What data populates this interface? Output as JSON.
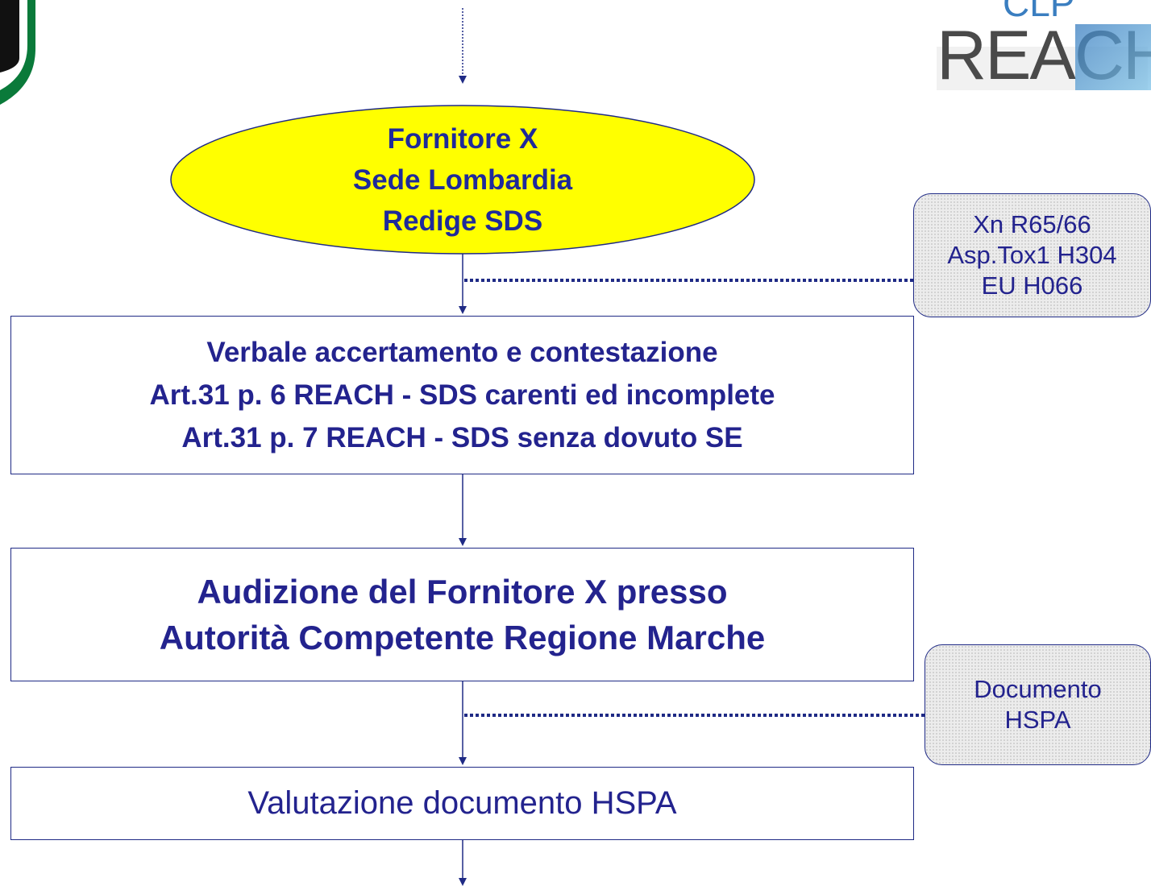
{
  "ellipse": {
    "lines": [
      "Fornitore X",
      "Sede Lombardia",
      "Redige SDS"
    ],
    "fill": "#ffff00"
  },
  "boxes": {
    "verbale": {
      "lines": [
        "Verbale accertamento e contestazione",
        "Art.31 p. 6 REACH - SDS carenti ed incomplete",
        "Art.31 p. 7 REACH - SDS senza dovuto SE"
      ]
    },
    "audizione": {
      "lines": [
        "Audizione del Fornitore X presso",
        "Autorità Competente Regione Marche"
      ]
    },
    "valutazione": {
      "lines": [
        "Valutazione documento HSPA"
      ]
    }
  },
  "notes": {
    "hazard": {
      "lines": [
        "Xn R65/66",
        "Asp.Tox1 H304",
        "EU H066"
      ]
    },
    "documento": {
      "lines": [
        "Documento",
        "HSPA"
      ]
    }
  },
  "logos": {
    "right_text_top": "CLP",
    "right_text_main": "REACH"
  },
  "colors": {
    "text": "#23238e",
    "line": "#1f2a85",
    "ellipse_fill": "#ffff00"
  }
}
